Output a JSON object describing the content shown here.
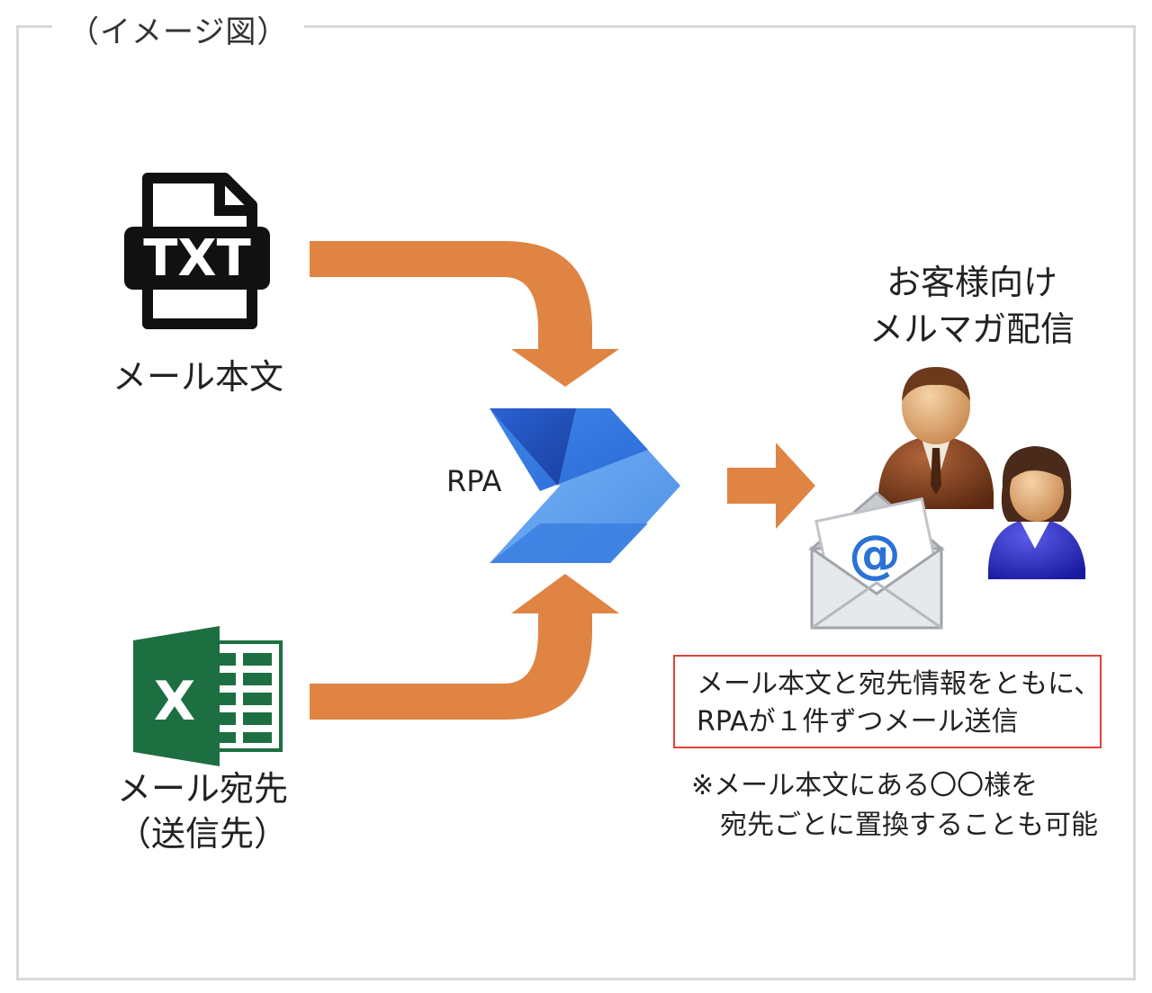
{
  "frame": {
    "title": "（イメージ図）"
  },
  "inputs": {
    "text_file": {
      "icon_text": "TXT",
      "label": "メール本文"
    },
    "excel_file": {
      "icon_text": "X",
      "label_line1": "メール宛先",
      "label_line2": "（送信先）"
    }
  },
  "rpa": {
    "label": "RPA"
  },
  "output": {
    "title_line1": "お客様向け",
    "title_line2": "メルマガ配信",
    "mail_icon_text": "@"
  },
  "note": {
    "line1": "メール本文と宛先情報をともに、",
    "line2": "RPAが１件ずつメール送信"
  },
  "footnote": {
    "line1": "※メール本文にある〇〇様を",
    "line2": "宛先ごとに置換することも可能"
  },
  "colors": {
    "arrow": "#e08443",
    "excel_green": "#1d6f42",
    "note_border": "#e0413a",
    "rpa_dark": "#1e4fb8",
    "rpa_light": "#6aaaf2"
  }
}
